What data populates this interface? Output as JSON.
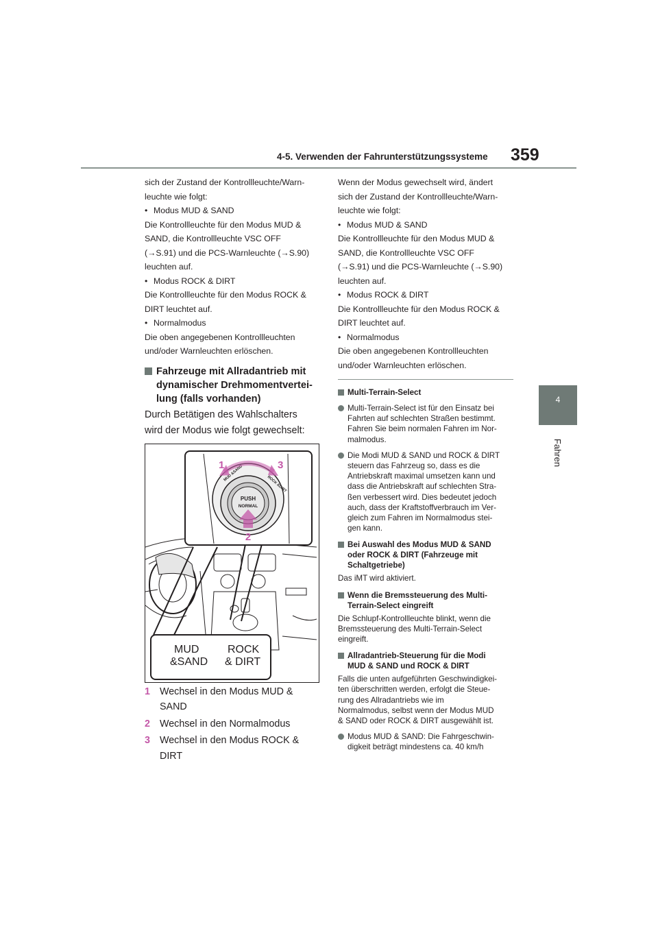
{
  "header": {
    "section": "4-5. Verwenden der Fahrunterstützungssysteme",
    "page_number": "359"
  },
  "side_tab": {
    "number": "4",
    "label": "Fahren"
  },
  "left": {
    "intro1": "sich der Zustand der Kontrollleuchte/Warn-",
    "intro2": "leuchte wie folgt:",
    "b1": "Modus MUD & SAND",
    "b1_t1": "Die Kontrollleuchte für den Modus MUD &",
    "b1_t2": "SAND, die Kontrollleuchte VSC OFF",
    "b1_t3": "(→S.91) und die PCS-Warnleuchte (→S.90)",
    "b1_t4": "leuchten auf.",
    "b2": "Modus ROCK & DIRT",
    "b2_t1": "Die Kontrollleuchte für den Modus ROCK &",
    "b2_t2": "DIRT leuchtet auf.",
    "b3": "Normalmodus",
    "b3_t1": "Die oben angegebenen Kontrollleuchten",
    "b3_t2": "und/oder Warnleuchten erlöschen.",
    "heading1": "Fahrzeuge mit Allradantrieb mit",
    "heading2": "dynamischer Drehmomentvertei-",
    "heading3": "lung (falls vorhanden)",
    "para1": "Durch Betätigen des Wahlschalters",
    "para2": "wird der Modus wie folgt gewechselt:",
    "figure": {
      "push": "PUSH",
      "normal": "NORMAL",
      "mud_small": "MUD &SAND",
      "rock_small": "ROCK &DIRT",
      "mud1": "MUD",
      "mud2": "&SAND",
      "rock1": "ROCK",
      "rock2": "& DIRT",
      "num1": "1",
      "num2": "2",
      "num3": "3"
    },
    "steps": [
      {
        "n": "1",
        "l1": "Wechsel in den Modus MUD &",
        "l2": "SAND"
      },
      {
        "n": "2",
        "l1": "Wechsel in den Normalmodus"
      },
      {
        "n": "3",
        "l1": "Wechsel in den Modus ROCK &",
        "l2": "DIRT"
      }
    ]
  },
  "right": {
    "r1": "Wenn der Modus gewechselt wird, ändert",
    "r2": "sich der Zustand der Kontrollleuchte/Warn-",
    "r3": "leuchte wie folgt:",
    "b1": "Modus MUD & SAND",
    "b1_t1": "Die Kontrollleuchte für den Modus MUD &",
    "b1_t2": "SAND, die Kontrollleuchte VSC OFF",
    "b1_t3": "(→S.91) und die PCS-Warnleuchte (→S.90)",
    "b1_t4": "leuchten auf.",
    "b2": "Modus ROCK & DIRT",
    "b2_t1": "Die Kontrollleuchte für den Modus ROCK &",
    "b2_t2": "DIRT leuchtet auf.",
    "b3": "Normalmodus",
    "b3_t1": "Die oben angegebenen Kontrollleuchten",
    "b3_t2": "und/oder Warnleuchten erlöschen."
  },
  "notes": {
    "h1": "Multi-Terrain-Select",
    "n1": [
      "Multi-Terrain-Select ist für den Einsatz bei",
      "Fahrten auf schlechten Straßen bestimmt.",
      "Fahren Sie beim normalen Fahren im Nor-",
      "malmodus."
    ],
    "n2": [
      "Die Modi MUD & SAND und ROCK & DIRT",
      "steuern das Fahrzeug so, dass es die",
      "Antriebskraft maximal umsetzen kann und",
      "dass die Antriebskraft auf schlechten Stra-",
      "ßen verbessert wird. Dies bedeutet jedoch",
      "auch, dass der Kraftstoffverbrauch im Ver-",
      "gleich zum Fahren im Normalmodus stei-",
      "gen kann."
    ],
    "h2": [
      "Bei Auswahl des Modus MUD & SAND",
      "oder ROCK & DIRT (Fahrzeuge mit",
      "Schaltgetriebe)"
    ],
    "p2": "Das iMT wird aktiviert.",
    "h3": [
      "Wenn die Bremssteuerung des Multi-",
      "Terrain-Select eingreift"
    ],
    "p3": [
      "Die Schlupf-Kontrollleuchte blinkt, wenn die",
      "Bremssteuerung des Multi-Terrain-Select",
      "eingreift."
    ],
    "h4": [
      "Allradantrieb-Steuerung für die Modi",
      "MUD & SAND und ROCK & DIRT"
    ],
    "p4": [
      "Falls die unten aufgeführten Geschwindigkei-",
      "ten überschritten werden, erfolgt die Steue-",
      "rung des Allradantriebs wie im",
      "Normalmodus, selbst wenn der Modus MUD",
      "& SAND oder ROCK & DIRT ausgewählt ist."
    ],
    "n3": [
      "Modus MUD & SAND: Die Fahrgeschwin-",
      "digkeit beträgt mindestens ca. 40 km/h"
    ]
  },
  "colors": {
    "accent_magenta": "#c458a8",
    "tab_gray": "#6f7a76",
    "rule_gray": "#8a9590"
  }
}
